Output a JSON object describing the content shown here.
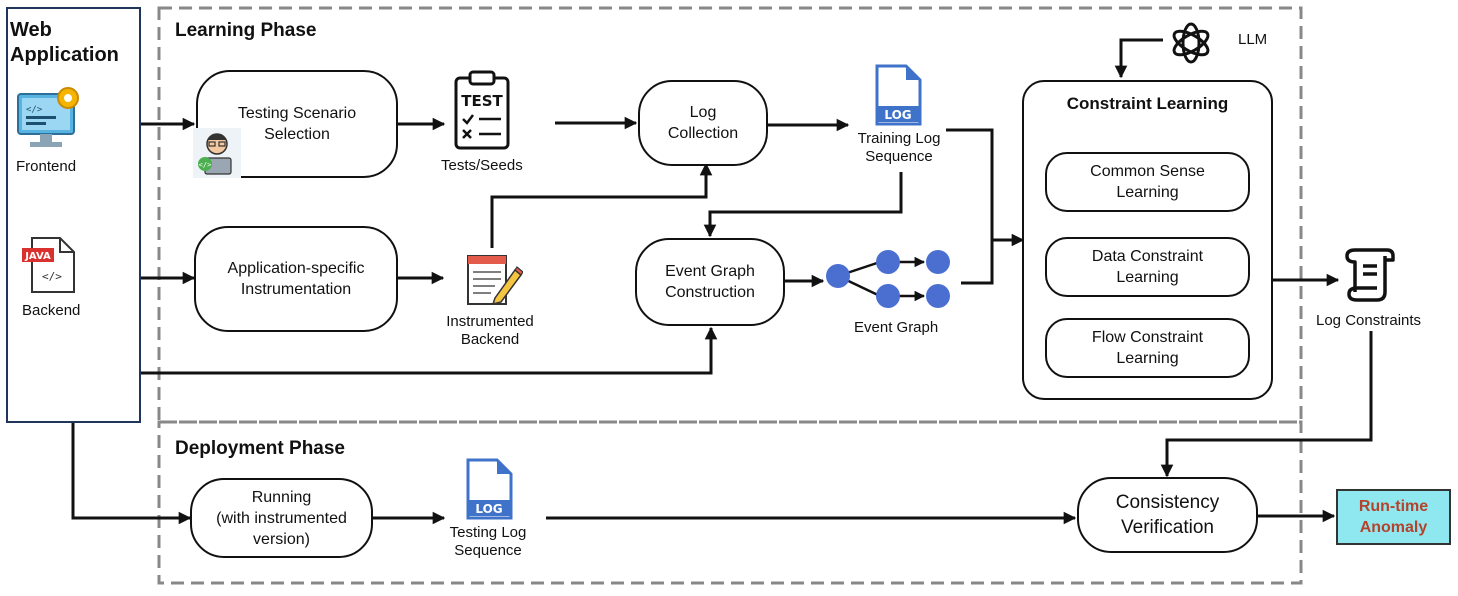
{
  "web_application": {
    "title_line1": "Web",
    "title_line2": "Application",
    "frontend_label": "Frontend",
    "backend_label": "Backend",
    "java_badge": "JAVA"
  },
  "learning_phase": {
    "title": "Learning Phase",
    "testing_scenario_line1": "Testing Scenario",
    "testing_scenario_line2": "Selection",
    "tests_badge": "TEST",
    "tests_seeds_label": "Tests/Seeds",
    "log_collection_line1": "Log",
    "log_collection_line2": "Collection",
    "log_badge": "LOG",
    "training_log_line1": "Training Log",
    "training_log_line2": "Sequence",
    "instrumentation_line1": "Application-specific",
    "instrumentation_line2": "Instrumentation",
    "instrumented_backend_line1": "Instrumented",
    "instrumented_backend_line2": "Backend",
    "event_graph_construction_line1": "Event Graph",
    "event_graph_construction_line2": "Construction",
    "event_graph_label": "Event Graph",
    "llm_label": "LLM",
    "constraint_learning": {
      "title": "Constraint Learning",
      "common_sense_line1": "Common Sense",
      "common_sense_line2": "Learning",
      "data_constraint_line1": "Data Constraint",
      "data_constraint_line2": "Learning",
      "flow_constraint_line1": "Flow Constraint",
      "flow_constraint_line2": "Learning"
    },
    "log_constraints_label": "Log Constraints"
  },
  "deployment_phase": {
    "title": "Deployment Phase",
    "running_line1": "Running",
    "running_line2": "(with instrumented",
    "running_line3": "version)",
    "log_badge": "LOG",
    "testing_log_line1": "Testing Log",
    "testing_log_line2": "Sequence",
    "consistency_line1": "Consistency",
    "consistency_line2": "Verification",
    "anomaly_line1": "Run-time",
    "anomaly_line2": "Anomaly"
  },
  "colors": {
    "graph_node": "#4a6fd1",
    "log_blue": "#3f73c9",
    "anomaly_fill": "#8fe8ef",
    "anomaly_text": "#b5422c",
    "phase_border": "#888888",
    "webapp_border": "#1f3559"
  }
}
